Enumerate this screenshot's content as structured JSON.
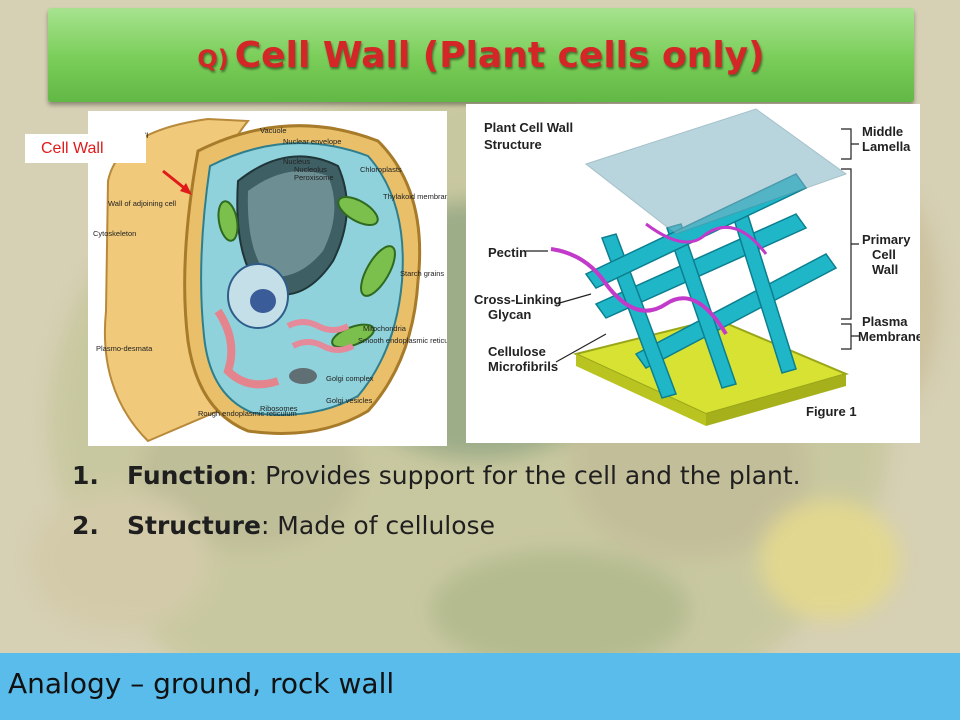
{
  "slide": {
    "title_prefix": "Q)",
    "title": "Cell Wall (Plant cells only)",
    "callout_label": "Cell Wall",
    "bullets": [
      {
        "number": "1.",
        "term": "Function",
        "text": ":  Provides support for the cell and the plant."
      },
      {
        "number": "2.",
        "term": "Structure",
        "text": ": Made of cellulose"
      }
    ],
    "footer": "Analogy – ground, rock wall"
  },
  "cell_diagram": {
    "labels": {
      "vacuole": "Vacuole",
      "nuclear_envelope": "Nuclear envelope",
      "nucleus": "Nucleus",
      "nucleolus": "Nucleolus",
      "peroxisome": "Peroxisome",
      "chloroplasts": "Chloroplasts",
      "thylakoid": "Thylakoid membranes",
      "starch": "Starch grains",
      "wall_adjoining": "Wall of adjoining cell",
      "cytoskeleton": "Cytoskeleton",
      "mitochondria": "Mitochondria",
      "smooth_er": "Smooth endoplasmic reticulum",
      "plasmodesmata": "Plasmo-desmata",
      "golgi_complex": "Golgi complex",
      "golgi_vesicles": "Golgi vesicles",
      "rough_er": "Rough endoplasmic reticulum",
      "ribosomes": "Ribosomes",
      "cell_wall_partial": "ll"
    }
  },
  "wall_diagram": {
    "title_line1": "Plant Cell Wall",
    "title_line2": "Structure",
    "left_labels": {
      "pectin": "Pectin",
      "crosslink_1": "Cross-Linking",
      "crosslink_2": "Glycan",
      "cellulose_1": "Cellulose",
      "cellulose_2": "Microfibrils"
    },
    "right_labels": {
      "middle_1": "Middle",
      "middle_2": "Lamella",
      "primary_1": "Primary",
      "primary_2": "Cell",
      "primary_3": "Wall",
      "plasma_1": "Plasma",
      "plasma_2": "Membrane"
    },
    "figure_label": "Figure 1"
  },
  "colors": {
    "title_red": "#d42626",
    "title_green": "#79cd58",
    "footer_blue": "#59bcea",
    "callout_red": "#e01a1a"
  }
}
